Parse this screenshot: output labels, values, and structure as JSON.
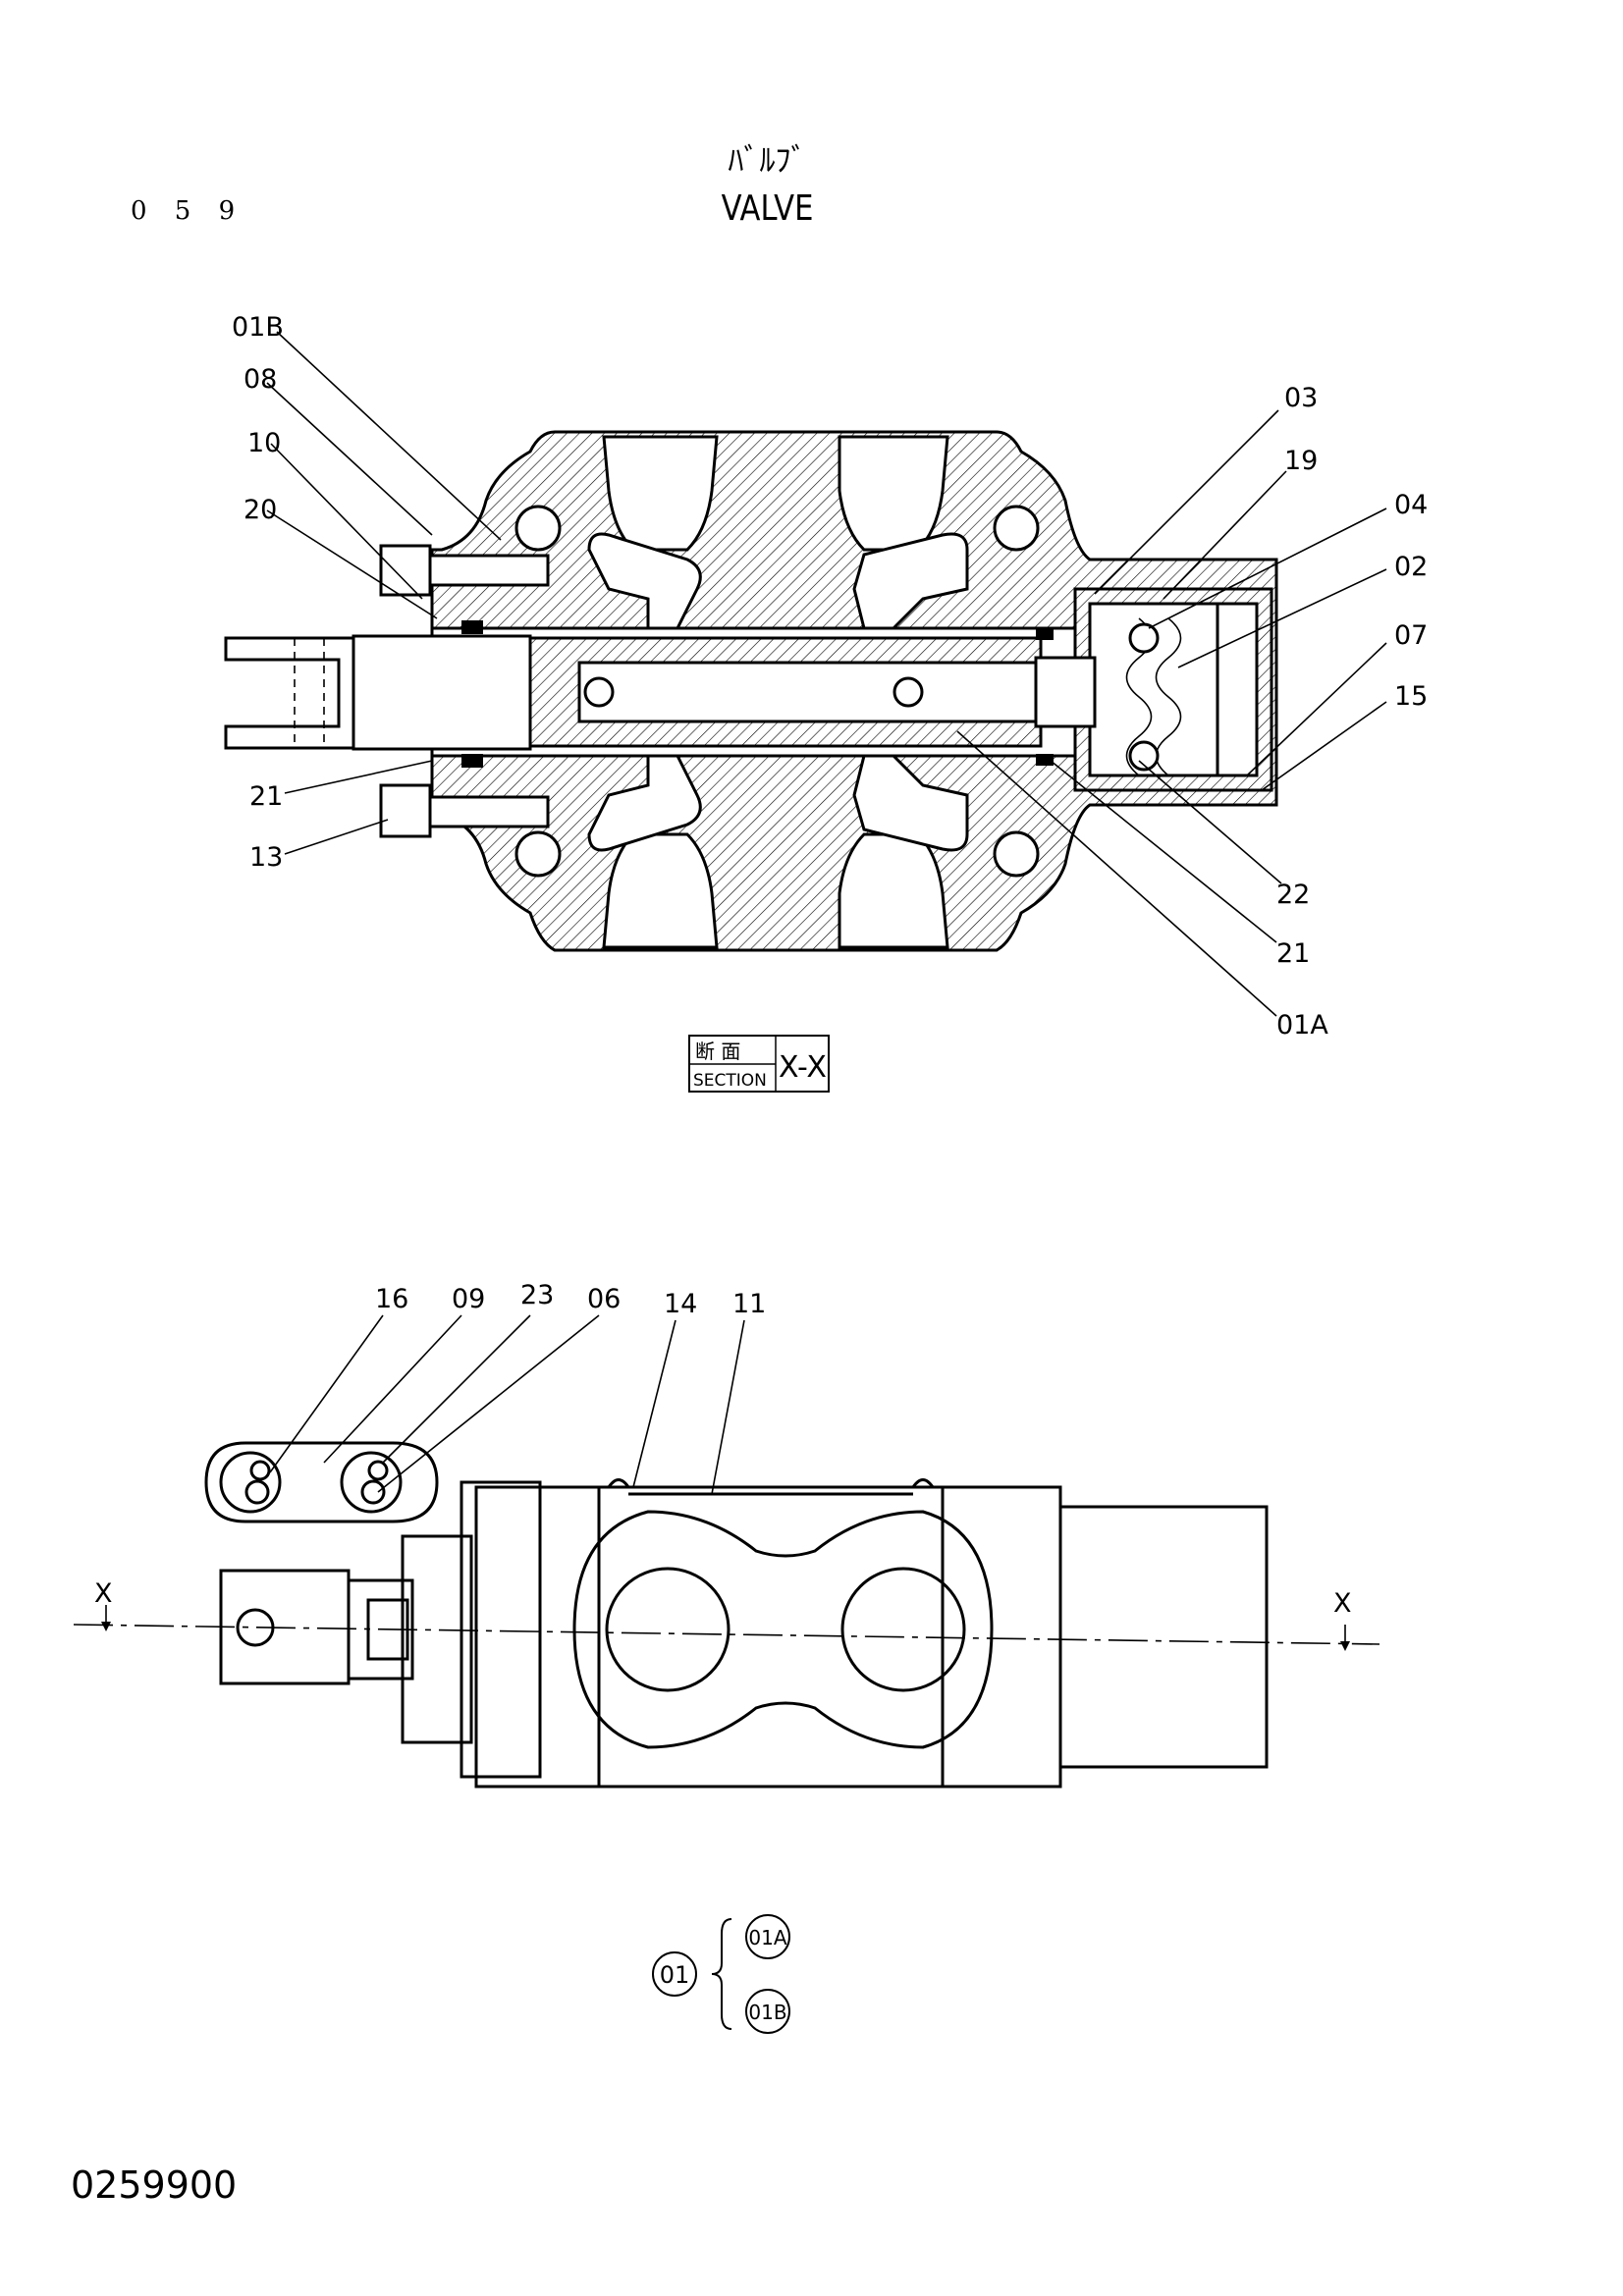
{
  "header": {
    "page_number": "0 5 9",
    "title_jp": "ﾊﾞﾙﾌﾞ",
    "title_en": "VALVE"
  },
  "section_view": {
    "callouts": [
      "01B",
      "08",
      "10",
      "20",
      "21",
      "13",
      "03",
      "19",
      "04",
      "02",
      "07",
      "15",
      "22",
      "21",
      "01A"
    ],
    "section_label_top": "断 面",
    "section_label_bottom": "SECTION",
    "section_mark": "X-X"
  },
  "outer_view": {
    "callouts": [
      "16",
      "09",
      "23",
      "06",
      "14",
      "11"
    ],
    "section_line_left": "X",
    "section_line_right": "X"
  },
  "parts_group": {
    "parent": "01",
    "children": [
      "01A",
      "01B"
    ]
  },
  "footer": {
    "doc_code": "0259900"
  }
}
